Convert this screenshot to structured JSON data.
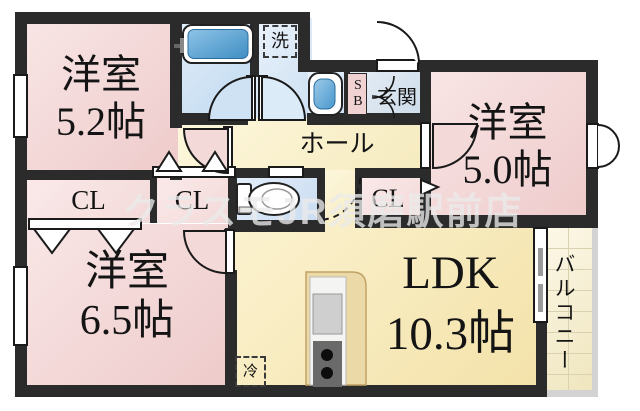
{
  "plan": {
    "watermark": "クラスモJR須磨駅前店",
    "rooms": {
      "bedroom_tl": {
        "name": "洋室",
        "size": "5.2帖"
      },
      "bedroom_r": {
        "name": "洋室",
        "size": "5.0帖"
      },
      "bedroom_bl": {
        "name": "洋室",
        "size": "6.5帖"
      },
      "ldk": {
        "name": "LDK",
        "size": "10.3帖"
      },
      "hall_label": "ホール",
      "entrance_label": "玄関",
      "balcony_label": "バルコニー",
      "closet_left_label": "CL",
      "closet_mid_label": "CL",
      "closet_right_label": "CL",
      "shoe_box_label": "SB",
      "washer_label": "洗",
      "fridge_label": "冷"
    },
    "colors": {
      "wall": "#2b2b2b",
      "bedroom_fill": "#f2d3d3",
      "closet_fill": "#f7e2e2",
      "wet_area_fill": "#d9e7f6",
      "hall_fill": "#faf1cf",
      "ldk_fill": "#f7ebc2",
      "balcony_fill": "#f5efd8",
      "bathtub_blue": "#4f9bd0"
    }
  }
}
